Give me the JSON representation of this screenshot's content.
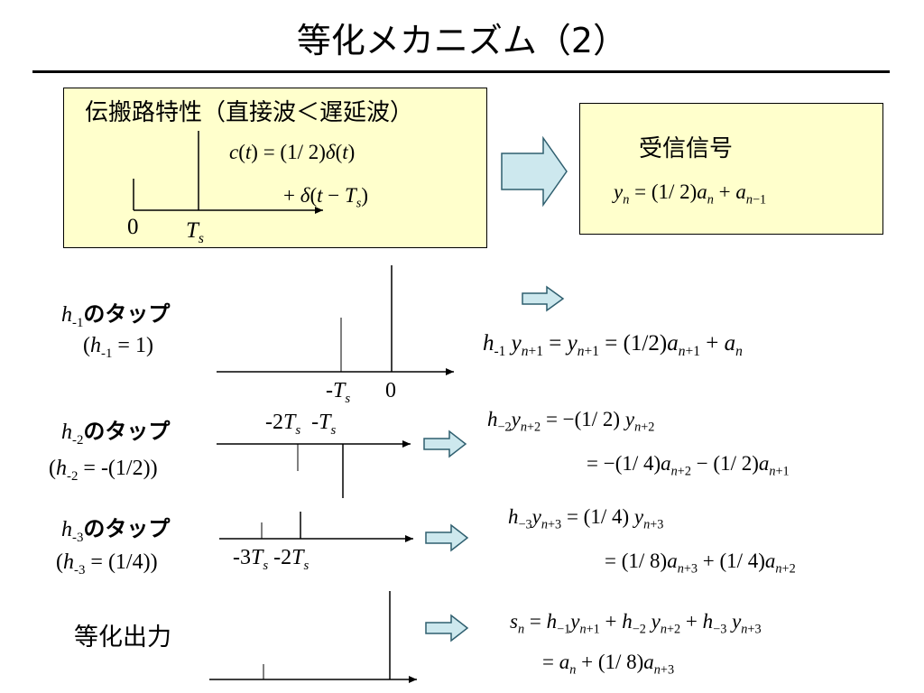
{
  "slide": {
    "title": "等化メカニズム（2）"
  },
  "channel_box": {
    "heading": "伝搬路特性（直接波＜遅延波）",
    "eq_line1": "c(t) = (1/2)δ(t)",
    "eq_line2": "+ δ(t − Ts)",
    "axis_zero": "0",
    "axis_ts": "Ts"
  },
  "received_box": {
    "heading": "受信信号",
    "equation": "yn = (1/2)an + an−1"
  },
  "taps": [
    {
      "label": "h-1のタップ",
      "value": "(h-1 = 1)",
      "tick_labels": [
        "-Ts",
        "0"
      ],
      "equation_lines": [
        "h-1 yn+1 = yn+1 = (1/2)an+1 + an"
      ]
    },
    {
      "label": "h-2のタップ",
      "value": "(h-2 = -(1/2))",
      "tick_labels": [
        "-2Ts",
        "-Ts"
      ],
      "equation_lines": [
        "h−2 yn+2 = −(1/2) yn+2",
        "= −(1/4)an+2 − (1/2)an+1"
      ]
    },
    {
      "label": "h-3のタップ",
      "value": "(h-3 = (1/4))",
      "tick_labels": [
        "-3Ts",
        "-2Ts"
      ],
      "equation_lines": [
        "h−3 yn+3 = (1/4) yn+3",
        "= (1/8)an+3 + (1/4)an+2"
      ]
    },
    {
      "label": "等化出力",
      "value": "",
      "tick_labels": [],
      "equation_lines": [
        "sn = h−1yn+1 + h−2 yn+2 + h−3 yn+3",
        "= an + (1/8)an+3"
      ]
    }
  ],
  "colors": {
    "box_fill": "#ffffcc",
    "arrow_fill": "#cde8ee",
    "arrow_stroke": "#2f5f6f"
  }
}
